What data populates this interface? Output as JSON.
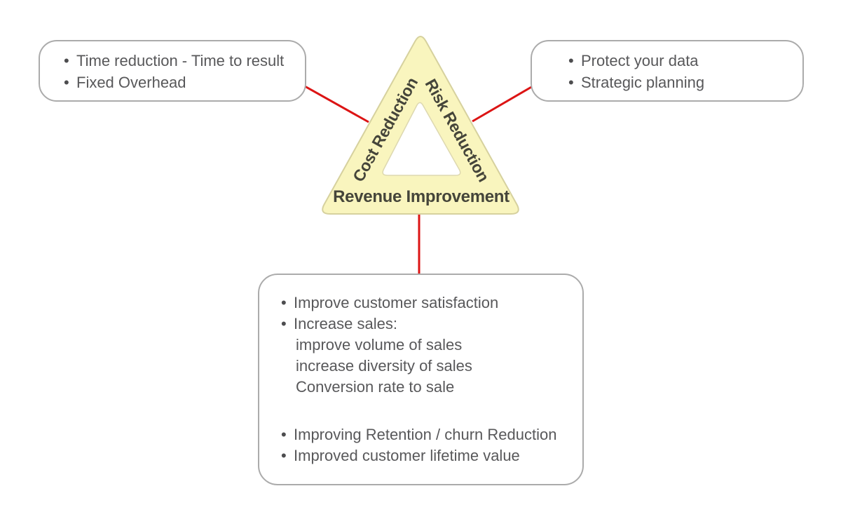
{
  "diagram": {
    "triangle": {
      "side_left_label": "Cost Reduction",
      "side_right_label": "Risk Reduction",
      "side_bottom_label": "Revenue Improvement"
    },
    "callouts": {
      "cost": {
        "items": [
          "Time reduction - Time to result",
          "Fixed Overhead"
        ]
      },
      "risk": {
        "items": [
          "Protect your data",
          "Strategic planning"
        ]
      },
      "revenue": {
        "group1": [
          {
            "bullet": true,
            "text": "Improve customer satisfaction"
          },
          {
            "bullet": true,
            "text": "Increase sales:"
          },
          {
            "bullet": false,
            "text": "improve volume of sales"
          },
          {
            "bullet": false,
            "text": "increase diversity of sales"
          },
          {
            "bullet": false,
            "text": "Conversion rate to sale"
          }
        ],
        "group2": [
          {
            "bullet": true,
            "text": "Improving Retention / churn Reduction"
          },
          {
            "bullet": true,
            "text": "Improved customer lifetime value"
          }
        ]
      }
    },
    "colors": {
      "triangle_fill": "#F9F5BE",
      "triangle_border": "#D6D19E",
      "triangle_text": "#45453A",
      "connector_red": "#DC1414",
      "box_border": "#ABABAB",
      "box_text": "#58585A"
    }
  }
}
